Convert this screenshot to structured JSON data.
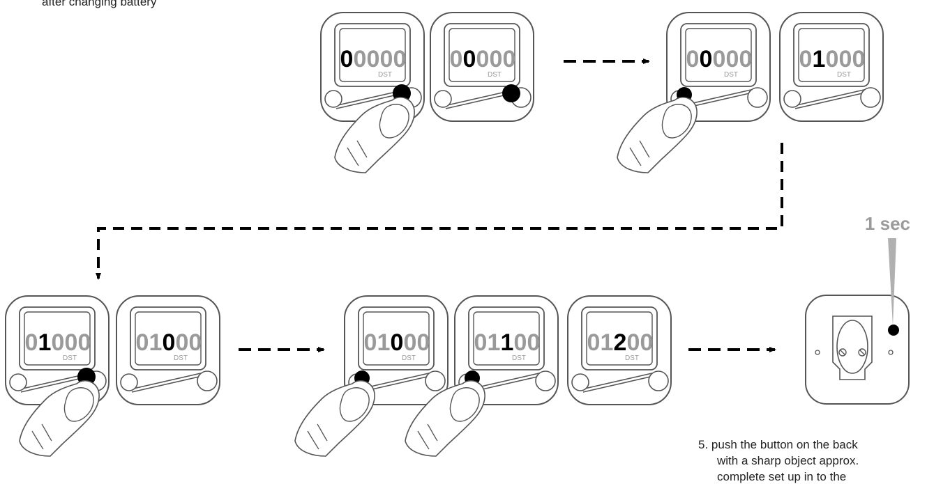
{
  "header_note": "after changing battery",
  "duration_label": "1 sec",
  "unit_label": "DST",
  "colors": {
    "active_digit": "#000000",
    "inactive_digit": "#9a9a9a",
    "outline": "#555555",
    "timer_pointer": "#b0b0b0"
  },
  "devices": [
    {
      "digits": [
        "0",
        "0",
        "0",
        "0",
        "0"
      ],
      "active": 0,
      "dot": "right",
      "hand": true
    },
    {
      "digits": [
        "0",
        "0",
        "0",
        "0",
        "0"
      ],
      "active": 1,
      "dot": "right",
      "hand": false
    },
    {
      "digits": [
        "0",
        "0",
        "0",
        "0",
        "0"
      ],
      "active": 1,
      "dot": "left",
      "hand": true
    },
    {
      "digits": [
        "0",
        "1",
        "0",
        "0",
        "0"
      ],
      "active": 1,
      "dot": "none",
      "hand": false
    },
    {
      "digits": [
        "0",
        "1",
        "0",
        "0",
        "0"
      ],
      "active": 1,
      "dot": "right",
      "hand": true
    },
    {
      "digits": [
        "0",
        "1",
        "0",
        "0",
        "0"
      ],
      "active": 2,
      "dot": "none",
      "hand": false
    },
    {
      "digits": [
        "0",
        "1",
        "0",
        "0",
        "0"
      ],
      "active": 2,
      "dot": "left",
      "hand": true
    },
    {
      "digits": [
        "0",
        "1",
        "1",
        "0",
        "0"
      ],
      "active": 2,
      "dot": "left",
      "hand": true
    },
    {
      "digits": [
        "0",
        "1",
        "2",
        "0",
        "0"
      ],
      "active": 2,
      "dot": "none",
      "hand": false
    }
  ],
  "instruction": {
    "step": "5.",
    "lines": [
      "push the button on the back",
      "with a sharp object approx.",
      "complete set up in to the"
    ]
  }
}
